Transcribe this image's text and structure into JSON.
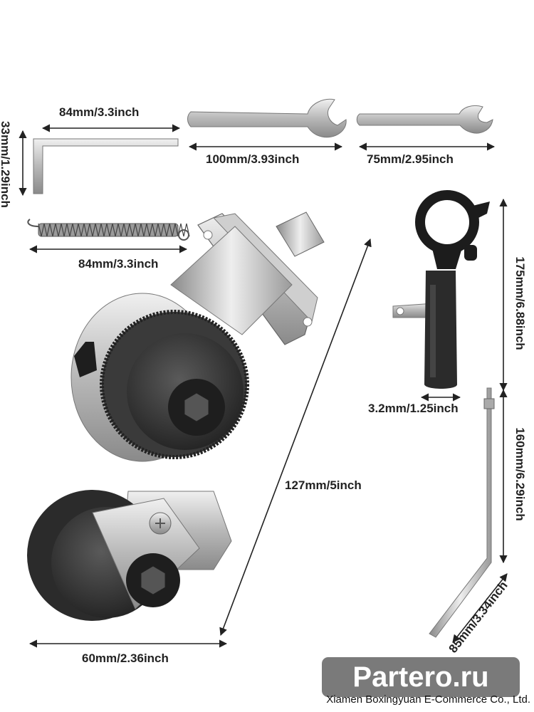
{
  "dimensions": {
    "hex_key_length": "84mm/3.3inch",
    "hex_key_height": "33mm/1.29inch",
    "wrench_large": "100mm/3.93inch",
    "wrench_small": "75mm/2.95inch",
    "spring_length": "84mm/3.3inch",
    "handle_height": "175mm/6.88inch",
    "handle_width": "3.2mm/1.25inch",
    "tool_length": "127mm/5inch",
    "rod_length": "160mm/6.29inch",
    "rod_bend": "85mm/3.34inch",
    "tool_width": "60mm/2.36inch"
  },
  "watermark": "Partero.ru",
  "company": "Xiamen Boxingyuan E-Commerce Co., Ltd.",
  "colors": {
    "metal_light": "#d9d9d9",
    "metal_mid": "#a9a9a9",
    "metal_dark": "#6f6f6f",
    "rubber": "#3a3a3a",
    "black": "#111111",
    "watermark_bg": "#7a7a7a"
  },
  "icons": [
    "hex-key-icon",
    "wrench-icon",
    "spring-icon",
    "side-handle-icon",
    "depth-rod-icon",
    "nibbler-attachment-icon",
    "dimension-arrow-icon"
  ]
}
